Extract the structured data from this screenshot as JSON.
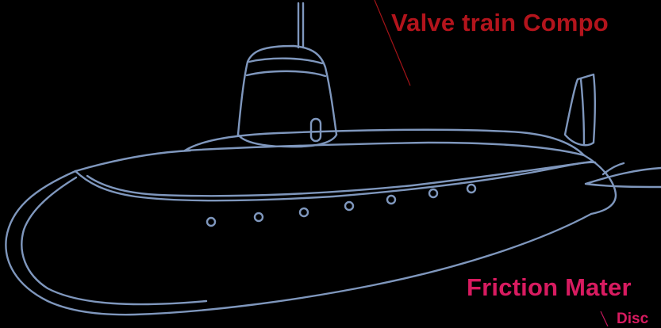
{
  "labels": {
    "valve_train": "Valve train Compo",
    "friction_material": "Friction Mater",
    "disc": "Disc"
  },
  "colors": {
    "background": "#000000",
    "outline": "#7f97bd",
    "valve_label": "#b3141c",
    "friction_label": "#d81b60",
    "valve_leader": "#a31418",
    "friction_leader": "#c2185b"
  },
  "icons": {
    "main_drawing": "submarine-outline-icon"
  }
}
